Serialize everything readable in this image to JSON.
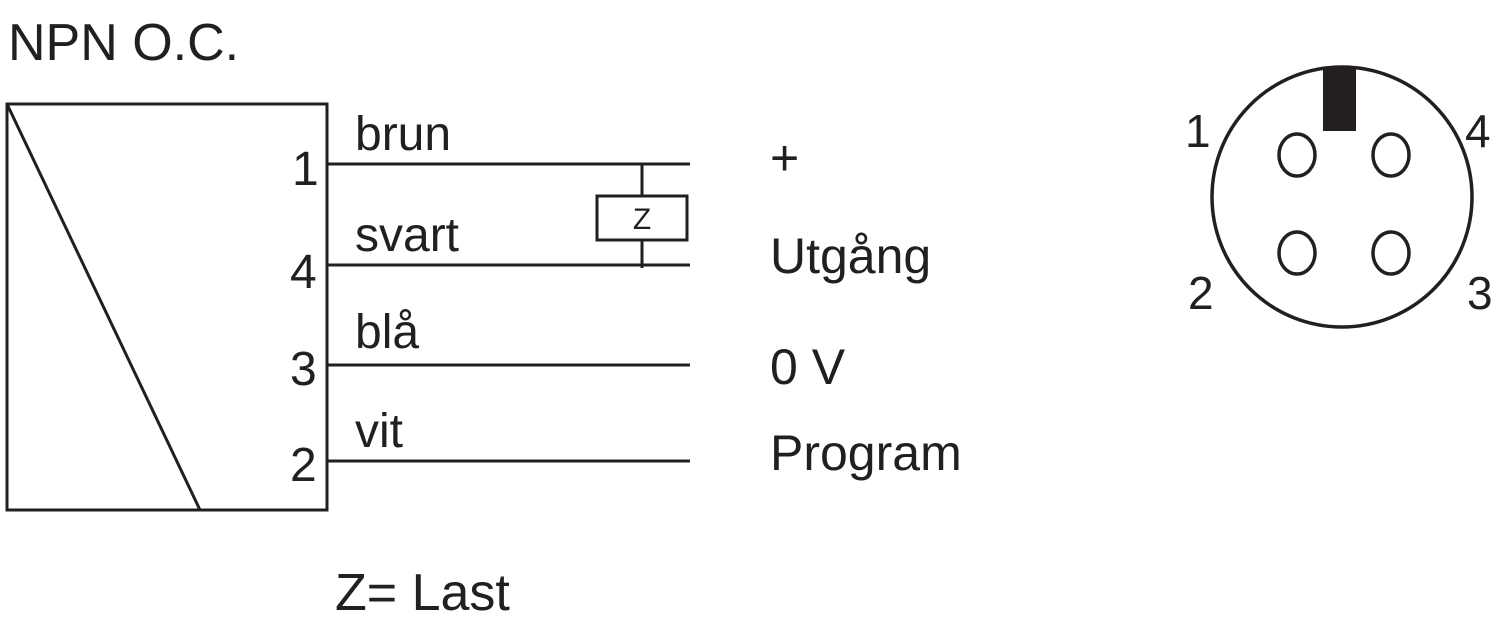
{
  "title": "NPN O.C.",
  "wires": [
    {
      "pin": "1",
      "color": "brun",
      "signal": "+"
    },
    {
      "pin": "4",
      "color": "svart",
      "signal": "Utgång"
    },
    {
      "pin": "3",
      "color": "blå",
      "signal": "0 V"
    },
    {
      "pin": "2",
      "color": "vit",
      "signal": "Program"
    }
  ],
  "load": {
    "label": "Z"
  },
  "legend": "Z= Last",
  "connector": {
    "pins": [
      "1",
      "4",
      "2",
      "3"
    ]
  },
  "colors": {
    "line": "#231f20",
    "background": "#ffffff"
  }
}
